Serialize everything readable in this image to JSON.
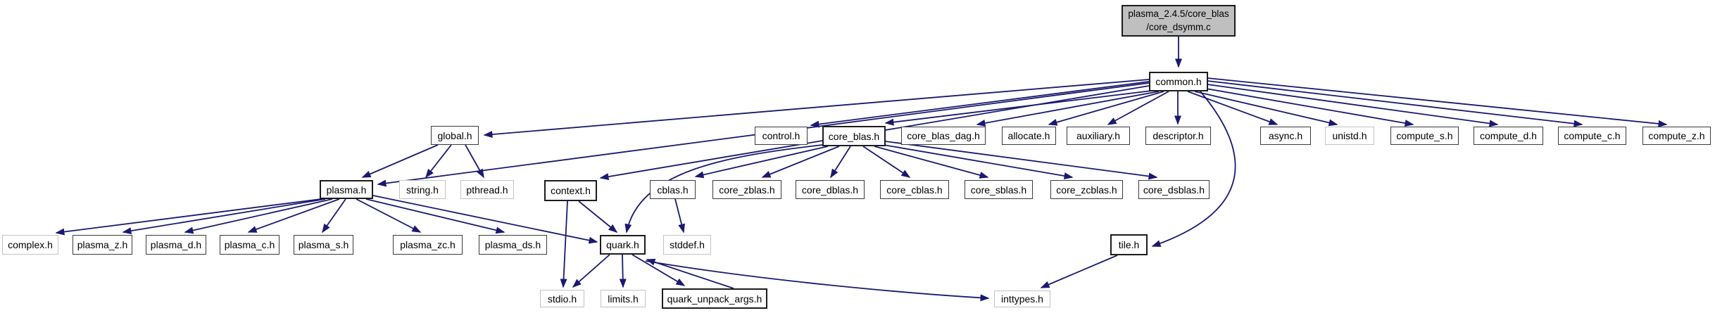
{
  "diagram": {
    "type": "include-dependency-graph",
    "root_file": {
      "line1": "plasma_2.4.5/core_blas",
      "line2": "/core_dsymm.c"
    },
    "colors": {
      "edge": "#191970",
      "root_fill": "#bfbfbf",
      "node_fill": "#ffffff",
      "node_border": "#3a3a3a",
      "system_node_border": "#c3c3c3",
      "text": "#000000",
      "background": "#ffffff"
    },
    "nodes": [
      {
        "id": "core_dsymm.c",
        "label": "plasma_2.4.5/core_blas/core_dsymm.c",
        "kind": "source-file"
      },
      {
        "id": "common.h",
        "label": "common.h",
        "kind": "header"
      },
      {
        "id": "global.h",
        "label": "global.h",
        "kind": "header"
      },
      {
        "id": "control.h",
        "label": "control.h",
        "kind": "header"
      },
      {
        "id": "core_blas.h",
        "label": "core_blas.h",
        "kind": "header"
      },
      {
        "id": "core_blas_dag.h",
        "label": "core_blas_dag.h",
        "kind": "header"
      },
      {
        "id": "allocate.h",
        "label": "allocate.h",
        "kind": "header"
      },
      {
        "id": "auxiliary.h",
        "label": "auxiliary.h",
        "kind": "header"
      },
      {
        "id": "descriptor.h",
        "label": "descriptor.h",
        "kind": "header"
      },
      {
        "id": "async.h",
        "label": "async.h",
        "kind": "header"
      },
      {
        "id": "unistd.h",
        "label": "unistd.h",
        "kind": "system-header"
      },
      {
        "id": "compute_s.h",
        "label": "compute_s.h",
        "kind": "header"
      },
      {
        "id": "compute_d.h",
        "label": "compute_d.h",
        "kind": "header"
      },
      {
        "id": "compute_c.h",
        "label": "compute_c.h",
        "kind": "header"
      },
      {
        "id": "compute_z.h",
        "label": "compute_z.h",
        "kind": "header"
      },
      {
        "id": "plasma.h",
        "label": "plasma.h",
        "kind": "header"
      },
      {
        "id": "string.h",
        "label": "string.h",
        "kind": "system-header"
      },
      {
        "id": "pthread.h",
        "label": "pthread.h",
        "kind": "system-header"
      },
      {
        "id": "context.h",
        "label": "context.h",
        "kind": "header"
      },
      {
        "id": "cblas.h",
        "label": "cblas.h",
        "kind": "header"
      },
      {
        "id": "core_zblas.h",
        "label": "core_zblas.h",
        "kind": "header"
      },
      {
        "id": "core_dblas.h",
        "label": "core_dblas.h",
        "kind": "header"
      },
      {
        "id": "core_cblas.h",
        "label": "core_cblas.h",
        "kind": "header"
      },
      {
        "id": "core_sblas.h",
        "label": "core_sblas.h",
        "kind": "header"
      },
      {
        "id": "core_zcblas.h",
        "label": "core_zcblas.h",
        "kind": "header"
      },
      {
        "id": "core_dsblas.h",
        "label": "core_dsblas.h",
        "kind": "header"
      },
      {
        "id": "complex.h",
        "label": "complex.h",
        "kind": "system-header"
      },
      {
        "id": "plasma_z.h",
        "label": "plasma_z.h",
        "kind": "header"
      },
      {
        "id": "plasma_d.h",
        "label": "plasma_d.h",
        "kind": "header"
      },
      {
        "id": "plasma_c.h",
        "label": "plasma_c.h",
        "kind": "header"
      },
      {
        "id": "plasma_s.h",
        "label": "plasma_s.h",
        "kind": "header"
      },
      {
        "id": "plasma_zc.h",
        "label": "plasma_zc.h",
        "kind": "header"
      },
      {
        "id": "plasma_ds.h",
        "label": "plasma_ds.h",
        "kind": "header"
      },
      {
        "id": "quark.h",
        "label": "quark.h",
        "kind": "header"
      },
      {
        "id": "stddef.h",
        "label": "stddef.h",
        "kind": "system-header"
      },
      {
        "id": "tile.h",
        "label": "tile.h",
        "kind": "header"
      },
      {
        "id": "stdio.h",
        "label": "stdio.h",
        "kind": "system-header"
      },
      {
        "id": "limits.h",
        "label": "limits.h",
        "kind": "system-header"
      },
      {
        "id": "quark_unpack_args.h",
        "label": "quark_unpack_args.h",
        "kind": "header"
      },
      {
        "id": "inttypes.h",
        "label": "inttypes.h",
        "kind": "system-header"
      }
    ],
    "edges": [
      [
        "core_dsymm.c",
        "common.h"
      ],
      [
        "common.h",
        "global.h"
      ],
      [
        "common.h",
        "plasma.h"
      ],
      [
        "common.h",
        "context.h"
      ],
      [
        "common.h",
        "control.h"
      ],
      [
        "common.h",
        "core_blas.h"
      ],
      [
        "common.h",
        "core_blas_dag.h"
      ],
      [
        "common.h",
        "allocate.h"
      ],
      [
        "common.h",
        "auxiliary.h"
      ],
      [
        "common.h",
        "descriptor.h"
      ],
      [
        "common.h",
        "async.h"
      ],
      [
        "common.h",
        "unistd.h"
      ],
      [
        "common.h",
        "compute_s.h"
      ],
      [
        "common.h",
        "compute_d.h"
      ],
      [
        "common.h",
        "compute_c.h"
      ],
      [
        "common.h",
        "compute_z.h"
      ],
      [
        "common.h",
        "tile.h"
      ],
      [
        "global.h",
        "plasma.h"
      ],
      [
        "global.h",
        "string.h"
      ],
      [
        "global.h",
        "pthread.h"
      ],
      [
        "plasma.h",
        "complex.h"
      ],
      [
        "plasma.h",
        "plasma_z.h"
      ],
      [
        "plasma.h",
        "plasma_d.h"
      ],
      [
        "plasma.h",
        "plasma_c.h"
      ],
      [
        "plasma.h",
        "plasma_s.h"
      ],
      [
        "plasma.h",
        "plasma_zc.h"
      ],
      [
        "plasma.h",
        "plasma_ds.h"
      ],
      [
        "plasma.h",
        "quark.h"
      ],
      [
        "context.h",
        "quark.h"
      ],
      [
        "context.h",
        "stdio.h"
      ],
      [
        "core_blas.h",
        "cblas.h"
      ],
      [
        "core_blas.h",
        "core_zblas.h"
      ],
      [
        "core_blas.h",
        "core_dblas.h"
      ],
      [
        "core_blas.h",
        "core_cblas.h"
      ],
      [
        "core_blas.h",
        "core_sblas.h"
      ],
      [
        "core_blas.h",
        "core_zcblas.h"
      ],
      [
        "core_blas.h",
        "core_dsblas.h"
      ],
      [
        "core_blas.h",
        "quark.h"
      ],
      [
        "cblas.h",
        "stddef.h"
      ],
      [
        "quark.h",
        "stdio.h"
      ],
      [
        "quark.h",
        "limits.h"
      ],
      [
        "quark.h",
        "quark_unpack_args.h"
      ],
      [
        "quark_unpack_args.h",
        "quark.h"
      ],
      [
        "quark.h",
        "inttypes.h"
      ],
      [
        "tile.h",
        "inttypes.h"
      ]
    ]
  }
}
